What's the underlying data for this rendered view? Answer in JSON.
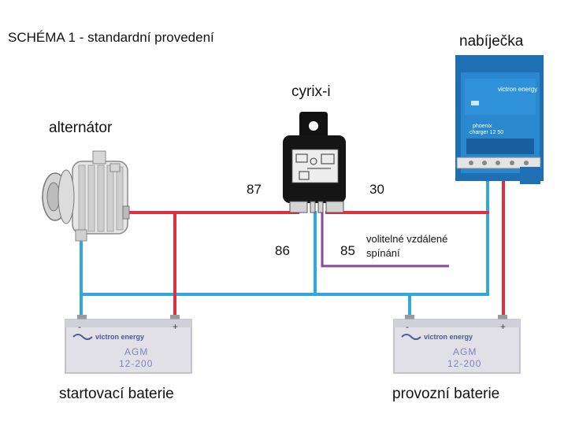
{
  "title": "SCHÉMA 1 - standardní provedení",
  "components": {
    "alternator": "alternátor",
    "relay": "cyrix-i",
    "charger": "nabíječka",
    "start_battery": "startovací baterie",
    "service_battery": "provozní baterie"
  },
  "pins": {
    "p87": "87",
    "p30": "30",
    "p86": "86",
    "p85": "85"
  },
  "remote_switch": {
    "line1": "volitelné vzdálené",
    "line2": "spínání"
  },
  "battery": {
    "brand": "victron energy",
    "model": "AGM",
    "rating": "12-200",
    "minus": "-",
    "plus": "+"
  },
  "charger_panel": {
    "brand": "victron energy",
    "product": "phoenix",
    "subtitle": "charger 12 50"
  },
  "wire_colors": {
    "positive": "#e03040",
    "negative": "#30a8d8",
    "remote": "#8a4a9a"
  }
}
